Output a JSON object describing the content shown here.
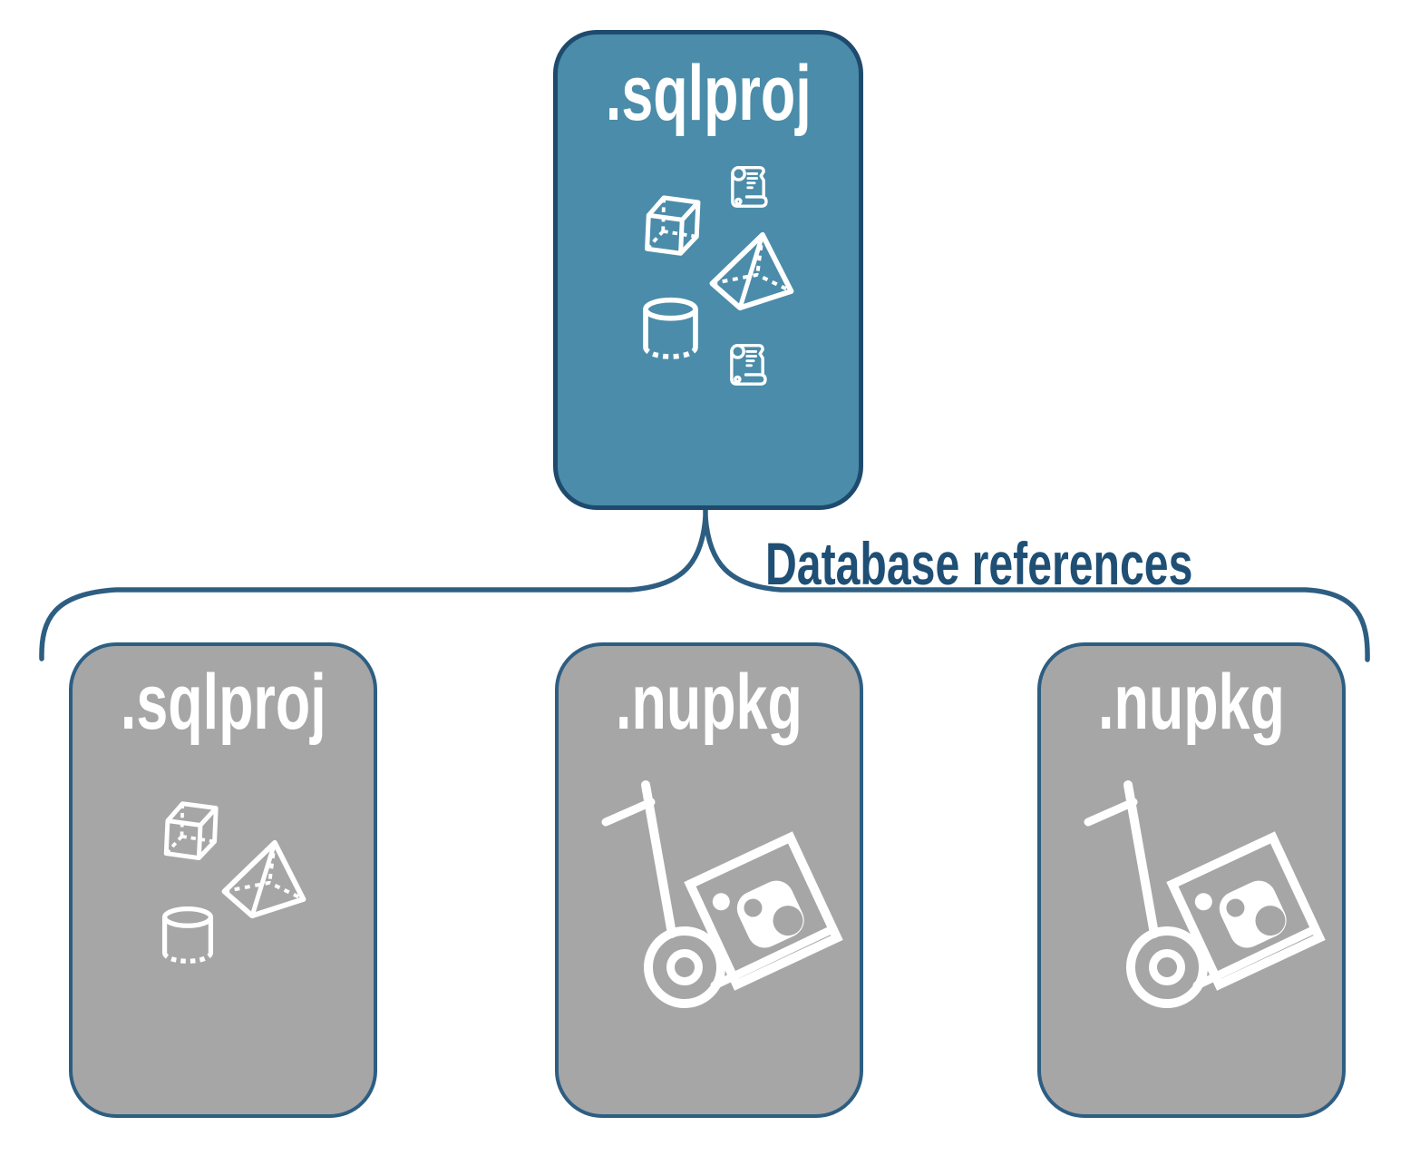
{
  "diagram": {
    "root_box": {
      "label": ".sqlproj",
      "icons": [
        "scroll-icon",
        "cube-icon",
        "pyramid-icon",
        "cylinder-icon",
        "scroll-icon"
      ]
    },
    "connector": {
      "label": "Database references"
    },
    "child_boxes": [
      {
        "label": ".sqlproj",
        "icons": [
          "cube-icon",
          "pyramid-icon",
          "cylinder-icon"
        ]
      },
      {
        "label": ".nupkg",
        "icons": [
          "package-handtruck-icon"
        ]
      },
      {
        "label": ".nupkg",
        "icons": [
          "package-handtruck-icon"
        ]
      }
    ],
    "colors": {
      "root_box_fill": "#4A8CA9",
      "root_box_border": "#1E4B6D",
      "child_box_fill": "#A6A6A6",
      "child_box_border": "#2D5E82",
      "connector_line": "#2D5E82",
      "connector_label_text": "#1F4F74",
      "box_label_text": "#FFFFFF",
      "icon_stroke": "#FFFFFF",
      "background": "#FFFFFF"
    }
  }
}
